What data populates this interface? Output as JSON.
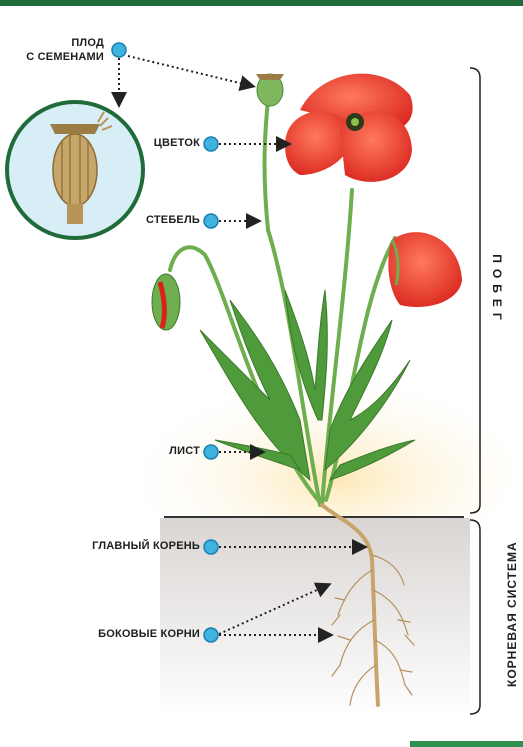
{
  "labels": {
    "fruit_line1": "ПЛОД",
    "fruit_line2": "С СЕМЕНАМИ",
    "flower": "ЦВЕТОК",
    "stem": "СТЕБЕЛЬ",
    "leaf": "ЛИСТ",
    "main_root": "ГЛАВНЫЙ КОРЕНЬ",
    "lateral_roots": "БОКОВЫЕ КОРНИ"
  },
  "sections": {
    "shoot": "ПОБЕГ",
    "root_system": "КОРНЕВАЯ СИСТЕМА"
  },
  "colors": {
    "accent_dot": "#3fb3e0",
    "frame_green": "#1f6b3a",
    "petal_red": "#e8322a",
    "stem_green": "#6fae4e",
    "root_tan": "#c9a46a"
  }
}
